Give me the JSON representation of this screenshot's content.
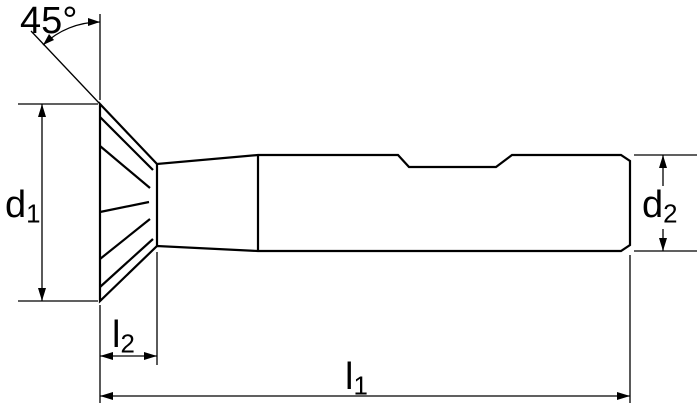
{
  "labels": {
    "angle": "45°",
    "d1": {
      "base": "d",
      "sub": "1"
    },
    "d2": {
      "base": "d",
      "sub": "2"
    },
    "l1": {
      "base": "l",
      "sub": "1"
    },
    "l2": {
      "base": "l",
      "sub": "2"
    }
  },
  "colors": {
    "line": "#000000",
    "background": "#ffffff"
  }
}
